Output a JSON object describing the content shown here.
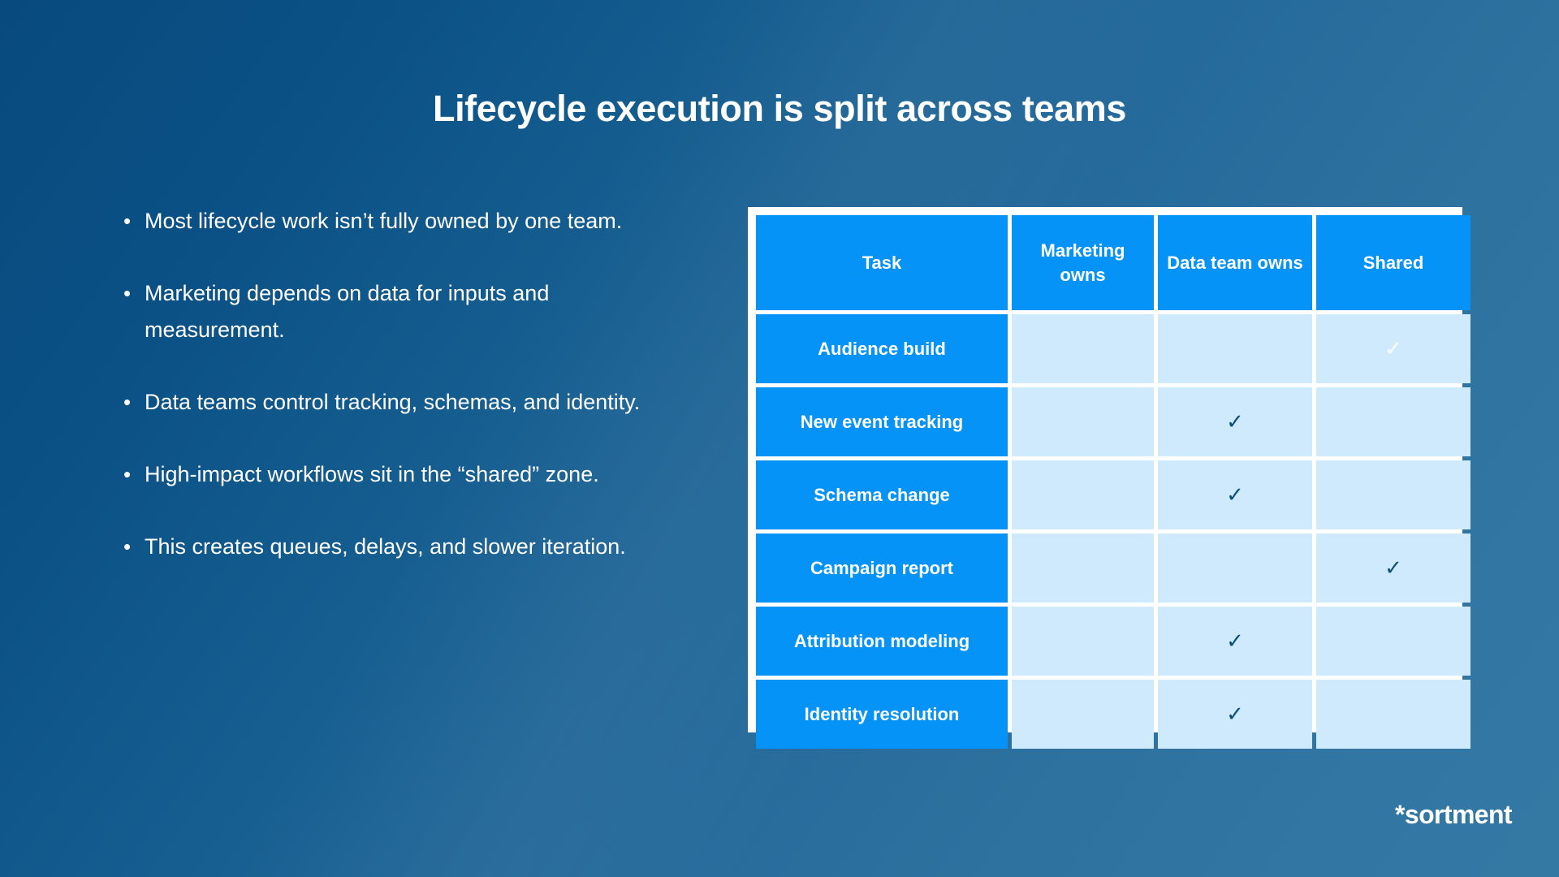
{
  "slide": {
    "title": "Lifecycle execution is split across teams",
    "background": {
      "from": "#084a7d",
      "to": "#3478a4"
    },
    "logo": "*sortment"
  },
  "bullets": {
    "marker": "•",
    "items": [
      "Most lifecycle work isn’t fully owned by one team.",
      "Marketing depends on data for inputs and measurement.",
      "Data teams control tracking, schemas, and identity.",
      "High-impact workflows sit in the “shared” zone.",
      "This creates queues, delays, and slower iteration."
    ]
  },
  "table": {
    "headers": [
      "Task",
      "Marketing owns",
      "Data team owns",
      "Shared"
    ],
    "check_glyph": "✓",
    "colors": {
      "header_bg": "#0693f7",
      "task_bg": "#0693f7",
      "cell_bg": "#cfeafd",
      "grid": "#ffffff",
      "check": "#0d4f7a",
      "check_faint": "#fafdff"
    },
    "rows": [
      {
        "task": "Audience build",
        "marketing_owns": "",
        "data_team_owns": "",
        "shared": "✓",
        "shared_style": "faint"
      },
      {
        "task": "New event tracking",
        "marketing_owns": "",
        "data_team_owns": "✓",
        "shared": ""
      },
      {
        "task": "Schema change",
        "marketing_owns": "",
        "data_team_owns": "✓",
        "shared": ""
      },
      {
        "task": "Campaign report",
        "marketing_owns": "",
        "data_team_owns": "",
        "shared": "✓"
      },
      {
        "task": "Attribution modeling",
        "marketing_owns": "",
        "data_team_owns": "✓",
        "shared": ""
      },
      {
        "task": "Identity resolution",
        "marketing_owns": "",
        "data_team_owns": "✓",
        "shared": ""
      }
    ]
  }
}
